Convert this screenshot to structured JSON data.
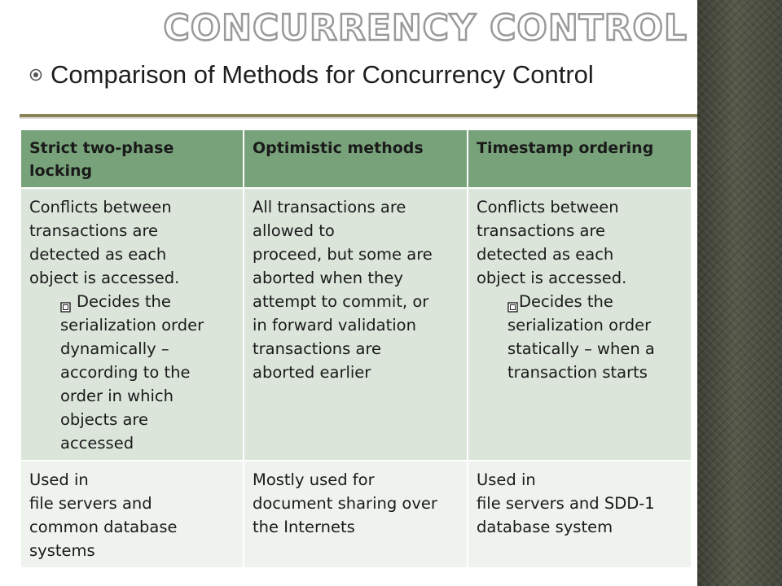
{
  "slide": {
    "title": "Concurrency Control",
    "subtitle": "Comparison of Methods for Concurrency Control"
  },
  "table": {
    "headers": [
      "Strict two-phase locking",
      "Optimistic methods",
      "Timestamp ordering"
    ],
    "row1": {
      "col1": {
        "lines": [
          "Conflicts between",
          "transactions are",
          "detected as each",
          "object is accessed."
        ],
        "sub": [
          "Decides the",
          "serialization order",
          "dynamically –",
          "according to the",
          "order in which",
          "objects are",
          "accessed"
        ]
      },
      "col2": {
        "lines": [
          "All transactions are",
          "allowed to",
          "proceed, but some are",
          "aborted when they",
          "attempt to commit, or",
          "in forward validation",
          "transactions are",
          "aborted earlier"
        ]
      },
      "col3": {
        "lines": [
          "Conflicts between",
          "transactions are",
          "detected as each",
          "object is accessed."
        ],
        "sub": [
          "Decides the",
          "serialization order",
          "statically – when a",
          "transaction starts"
        ]
      }
    },
    "row2": {
      "col1": {
        "lines": [
          "Used in",
          "file servers and",
          "common database",
          "systems"
        ]
      },
      "col2": {
        "lines": [
          "Mostly used for",
          "document sharing over",
          "the Internets"
        ]
      },
      "col3": {
        "lines": [
          "Used in",
          "file servers and SDD-1",
          "database system"
        ]
      }
    }
  },
  "icons": {
    "bullet": "circle-plus-icon",
    "sub_bullet": "checkbox-square-icon"
  },
  "colors": {
    "header_bg": "#78a37a",
    "row1_bg": "#dbe5da",
    "row2_bg": "#eef3ed",
    "accent_rule": "#8a8358"
  }
}
